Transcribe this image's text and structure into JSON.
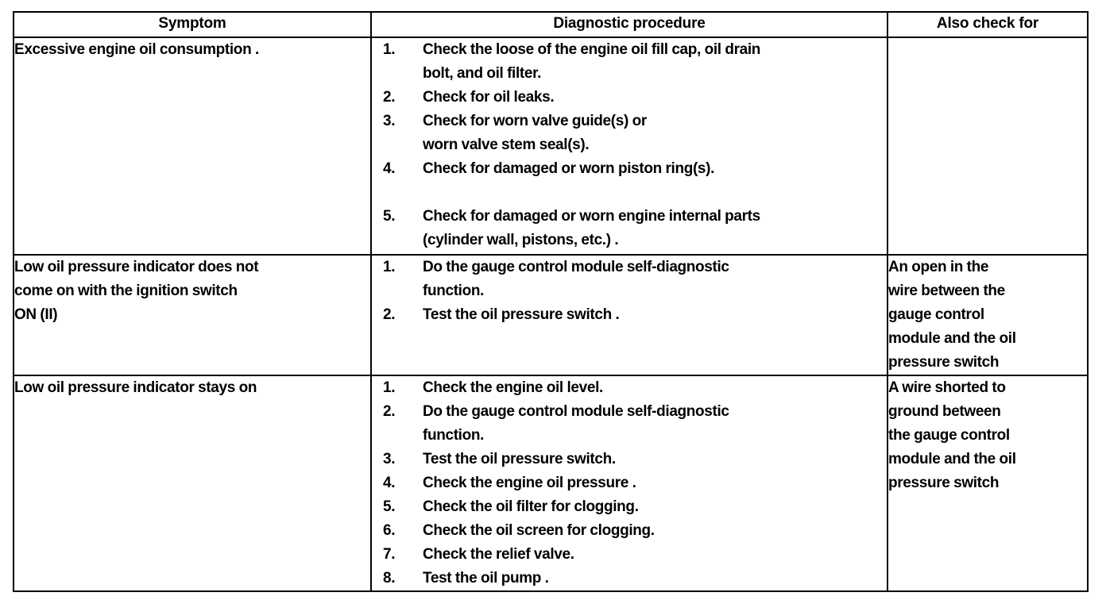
{
  "document": {
    "type": "service-manual-symptom-troubleshooting-table"
  },
  "table": {
    "headers": {
      "symptom": "Symptom",
      "procedure": "Diagnostic procedure",
      "also_check": "Also check for"
    },
    "rows": [
      {
        "symptom_lines": [
          "Excessive engine oil consumption ."
        ],
        "procedure": [
          {
            "number": "1.",
            "lines": [
              "Check the loose of the engine oil fill cap, oil drain",
              "bolt, and oil filter."
            ]
          },
          {
            "number": "2.",
            "lines": [
              "Check for oil leaks."
            ]
          },
          {
            "number": "3.",
            "lines": [
              "Check for worn valve guide(s) or",
              "worn valve stem seal(s)."
            ]
          },
          {
            "number": "4.",
            "lines": [
              "Check for damaged or worn piston ring(s)."
            ]
          },
          {
            "number": "5.",
            "lines": [
              "Check for damaged or worn engine internal parts",
              "(cylinder wall, pistons, etc.) ."
            ],
            "gap_before": true
          }
        ],
        "also_check_lines": []
      },
      {
        "symptom_lines": [
          "Low oil pressure indicator does not",
          "come on with the ignition switch",
          "ON (II)"
        ],
        "procedure": [
          {
            "number": "1.",
            "lines": [
              "Do the gauge control module self-diagnostic",
              "function."
            ]
          },
          {
            "number": "2.",
            "lines": [
              "Test the oil pressure switch ."
            ]
          }
        ],
        "also_check_lines": [
          "An open in the",
          "wire between the",
          "gauge control",
          "module and the oil",
          "pressure switch"
        ]
      },
      {
        "symptom_lines": [
          "Low oil pressure indicator stays on"
        ],
        "procedure": [
          {
            "number": "1.",
            "lines": [
              "Check the engine oil level."
            ]
          },
          {
            "number": "2.",
            "lines": [
              "Do the gauge control module self-diagnostic",
              "function."
            ]
          },
          {
            "number": "3.",
            "lines": [
              "Test the oil pressure switch."
            ]
          },
          {
            "number": "4.",
            "lines": [
              "Check the engine oil pressure ."
            ]
          },
          {
            "number": "5.",
            "lines": [
              "Check the oil filter for clogging."
            ]
          },
          {
            "number": "6.",
            "lines": [
              "Check the oil screen for clogging."
            ]
          },
          {
            "number": "7.",
            "lines": [
              "Check the relief valve."
            ]
          },
          {
            "number": "8.",
            "lines": [
              "Test the oil pump ."
            ]
          }
        ],
        "also_check_lines": [
          "A wire shorted to",
          "ground between",
          "the gauge control",
          "module and the oil",
          "pressure switch"
        ]
      }
    ]
  },
  "colors": {
    "ink": "#000000",
    "paper": "#ffffff"
  }
}
